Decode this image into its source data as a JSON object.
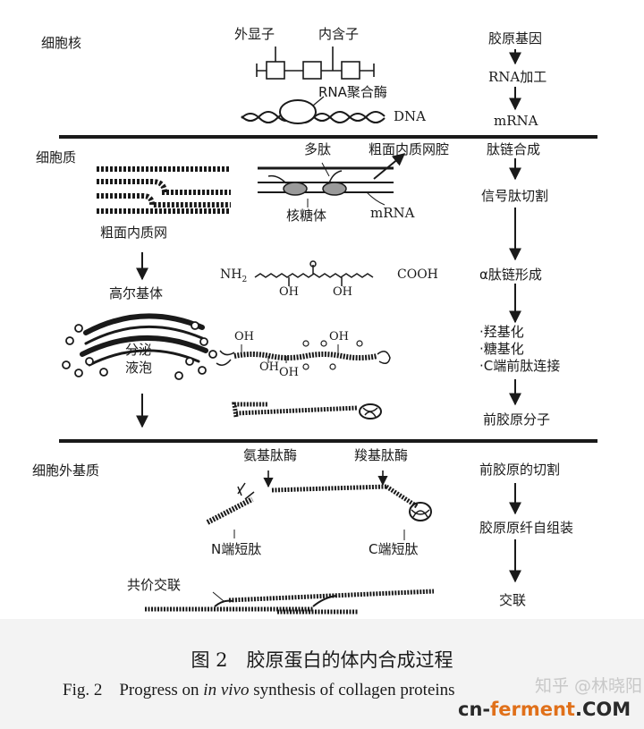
{
  "compartments": {
    "nucleus": "细胞核",
    "cytoplasm": "细胞质",
    "extracellular": "细胞外基质"
  },
  "nucleus": {
    "exon": "外显子",
    "intron": "内含子",
    "rna_polymerase": "RNA聚合酶",
    "dna": "DNA"
  },
  "cytoplasm": {
    "polypeptide": "多肽",
    "rer_lumen": "粗面内质网腔",
    "ribosome": "核糖体",
    "mrna": "mRNA",
    "rer": "粗面内质网",
    "golgi": "高尔基体",
    "vesicle_line1": "分泌",
    "vesicle_line2": "液泡",
    "chain_nh2": "NH",
    "chain_nh2_sub": "2",
    "chain_cooh": "COOH",
    "chain_oh_a": "OH",
    "chain_oh_b": "OH",
    "helix_oh_a": "OH",
    "helix_oh_b": "OH",
    "helix_oh_c": "OH",
    "helix_oh_d": "OH"
  },
  "extracellular": {
    "n_peptidase": "氨基肽酶",
    "c_peptidase": "羧基肽酶",
    "n_propeptide": "N端短肽",
    "c_propeptide": "C端短肽",
    "crosslink": "共价交联"
  },
  "steps": [
    "胶原基因",
    "RNA加工",
    "mRNA",
    "肽链合成",
    "信号肽切割",
    "α肽链形成",
    "·羟基化",
    "·糖基化",
    "·C端前肽连接",
    "前胶原分子",
    "前胶原的切割",
    "胶原原纤自组装",
    "交联"
  ],
  "caption": {
    "zh": "图 2　胶原蛋白的体内合成过程",
    "en_prefix": "Fig. 2　Progress on ",
    "en_italic": "in vivo",
    "en_suffix": " synthesis of collagen proteins"
  },
  "watermark": {
    "zhihu": "知乎 @林晓阳",
    "site_cn": "cn-",
    "site_ferment": "ferment",
    "site_com": ".COM"
  }
}
